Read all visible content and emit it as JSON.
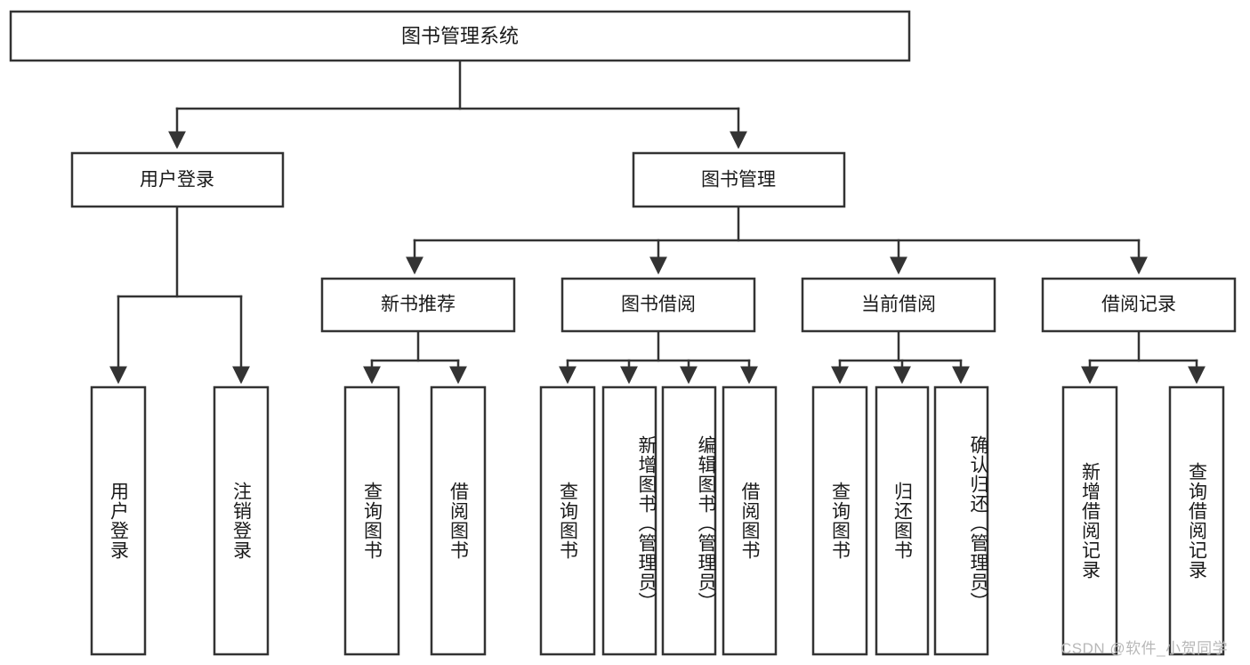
{
  "diagram": {
    "type": "tree-hierarchy",
    "title": "图书管理系统",
    "root": {
      "label": "图书管理系统"
    },
    "level2": [
      {
        "label": "用户登录"
      },
      {
        "label": "图书管理"
      }
    ],
    "level3": [
      {
        "label": "新书推荐"
      },
      {
        "label": "图书借阅"
      },
      {
        "label": "当前借阅"
      },
      {
        "label": "借阅记录"
      }
    ],
    "leaves": {
      "user_login": [
        {
          "label": "用户登录"
        },
        {
          "label": "注销登录"
        }
      ],
      "new_book_recommend": [
        {
          "label": "查询图书"
        },
        {
          "label": "借阅图书"
        }
      ],
      "book_borrow": [
        {
          "label": "查询图书"
        },
        {
          "label": "新增图书（管理员）"
        },
        {
          "label": "编辑图书（管理员）"
        },
        {
          "label": "借阅图书"
        }
      ],
      "current_borrow": [
        {
          "label": "查询图书"
        },
        {
          "label": "归还图书"
        },
        {
          "label": "确认归还（管理员）"
        }
      ],
      "borrow_record": [
        {
          "label": "新增借阅记录"
        },
        {
          "label": "查询借阅记录"
        }
      ]
    }
  },
  "watermark": {
    "text": "CSDN @软件_小贺同学"
  },
  "colors": {
    "stroke": "#333333",
    "box_fill": "#ffffff",
    "text": "#1a1a1a",
    "watermark": "#b8b8b8",
    "background": "#ffffff"
  }
}
